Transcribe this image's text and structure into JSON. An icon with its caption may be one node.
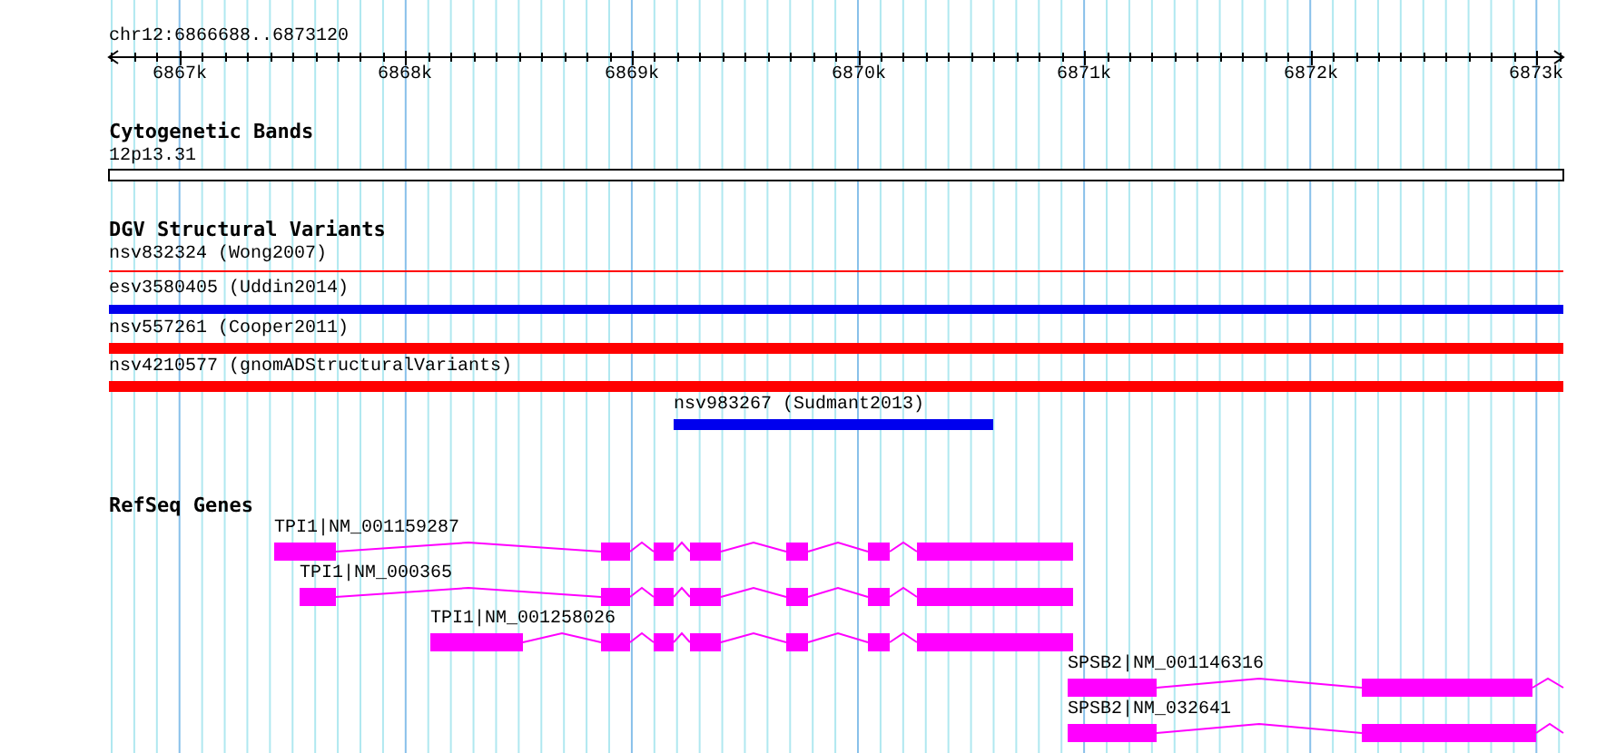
{
  "diagram": {
    "labels": [
      "chr12:6866688..6873120",
      "6867k",
      "6868k",
      "6869k",
      "6870k",
      "6871k",
      "6872k",
      "6873k",
      "Cytogenetic Bands",
      "12p13.31",
      "DGV Structural Variants",
      "nsv832324 (Wong2007)",
      "esv3580405 (Uddin2014)",
      "nsv557261 (Cooper2011)",
      "nsv4210577 (gnomADStructuralVariants)",
      "nsv983267 (Sudmant2013)",
      "RefSeq Genes",
      "TPI1|NM_001159287",
      "TPI1|NM_000365",
      "TPI1|NM_001258026",
      "SPSB2|NM_001146316",
      "SPSB2|NM_032641"
    ]
  }
}
